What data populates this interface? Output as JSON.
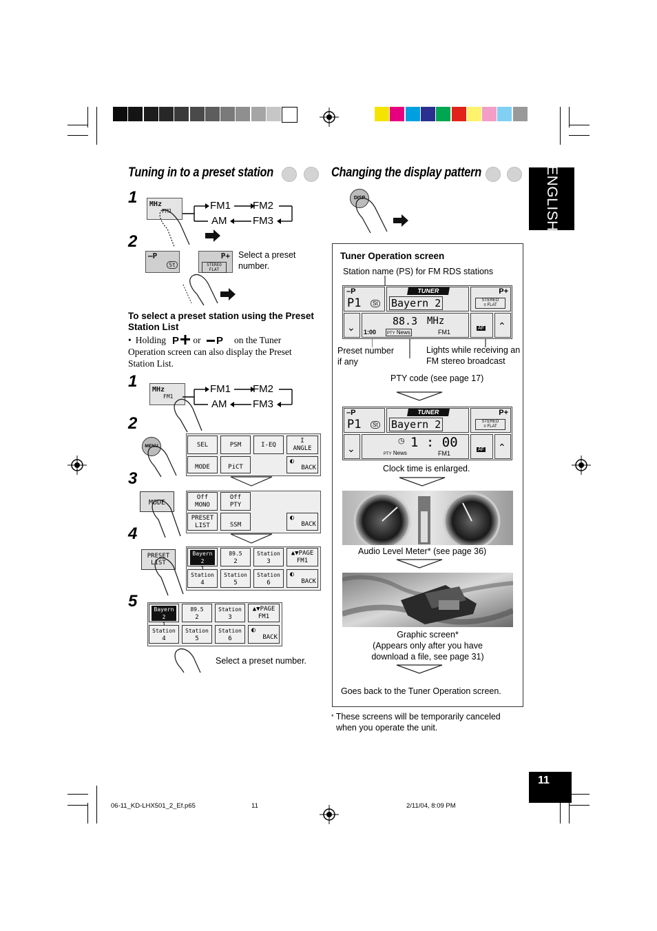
{
  "page_side_label": "ENGLISH",
  "page_number": "11",
  "color_bars": {
    "grays": [
      "#0c0c0c",
      "#141414",
      "#1c1c1c",
      "#272727",
      "#3a3a3a",
      "#4a4a4a",
      "#5d5d5d",
      "#7a7a7a",
      "#8f8f8f",
      "#a5a5a5",
      "#c6c6c6",
      "#ffffff"
    ],
    "colors": [
      "#f5e400",
      "#e6007e",
      "#00a0e0",
      "#2b2f8f",
      "#00a650",
      "#e2231a",
      "#fff36b",
      "#f29ec6",
      "#7fd0f2",
      "#999999"
    ]
  },
  "left": {
    "heading": "Tuning in to a preset station",
    "steps": [
      "1",
      "2",
      "1",
      "2",
      "3",
      "4",
      "5"
    ],
    "fm_cycle_1": {
      "fm1": "FM1",
      "fm2": "FM2",
      "am": "AM",
      "fm3": "FM3"
    },
    "fm_cycle_2": {
      "fm1": "FM1",
      "fm2": "FM2",
      "am": "AM",
      "fm3": "FM3"
    },
    "select_preset_note": "Select a preset number.",
    "subheading": "To select a preset station using the Preset Station List",
    "bullet_holding": "Holding",
    "bullet_or": "or",
    "bullet_rest": "on the Tuner Operation screen can also display the Preset Station List.",
    "select_preset_bottom": "Select a preset number.",
    "btn_mhz": "MHz",
    "btn_fm1": "FM1",
    "btn_p_minus": "–P",
    "btn_p_plus": "P+",
    "btn_st": "St",
    "btn_stereo_flat": "STEREO FLAT",
    "btn_menu": "MENU",
    "btn_mode_key": "MODE",
    "btn_preset_list_key": "PRESET LIST",
    "menu_grid": {
      "sel": "SEL",
      "psm": "PSM",
      "ieq": "I-EQ",
      "angle_top": "I",
      "angle": "ANGLE",
      "mode": "MODE",
      "pict": "PiCT",
      "back": "BACK"
    },
    "mode_grid": {
      "off_mono_1": "Off",
      "off_mono_2": "MONO",
      "off_pty_1": "Off",
      "off_pty_2": "PTY",
      "preset_1": "PRESET",
      "preset_2": "LIST",
      "ssm": "SSM",
      "back": "BACK"
    },
    "preset_grid": {
      "c1_top": "Bayern 2",
      "c1_num": "1",
      "c2_top": "89.5",
      "c2_num": "2",
      "c3_top": "Station",
      "c3_num": "3",
      "page": "PAGE",
      "fm1": "FM1",
      "c4_top": "Station",
      "c4_num": "4",
      "c5_top": "Station",
      "c5_num": "5",
      "c6_top": "Station",
      "c6_num": "6",
      "back": "BACK"
    }
  },
  "right": {
    "heading": "Changing the display pattern",
    "disp_label": "DISP",
    "box_title": "Tuner Operation screen",
    "station_name_label": "Station name (PS) for FM RDS stations",
    "lcd1": {
      "tuner": "TUNER",
      "p_minus": "–P",
      "p1": "P1",
      "st": "St",
      "station": "Bayern 2",
      "p_plus": "P+",
      "stereo": "STEREO",
      "flat": "≡ FLAT",
      "freq": "88.3",
      "mhz": "MHz",
      "time": "1:00",
      "pty": "PTY",
      "news": "News",
      "fm1": "FM1",
      "af": "AF"
    },
    "preset_number_label": "Preset number if any",
    "stereo_label": "Lights while receiving an FM stereo broadcast",
    "pty_code_label": "PTY code (see page 17)",
    "lcd2": {
      "tuner": "TUNER",
      "p_minus": "–P",
      "p1": "P1",
      "st": "St",
      "station": "Bayern 2",
      "p_plus": "P+",
      "stereo": "STEREO",
      "flat": "≡ FLAT",
      "clock": "1 : 00",
      "pty": "PTY",
      "news": "News",
      "fm1": "FM1",
      "af": "AF"
    },
    "clock_label": "Clock time is enlarged.",
    "audio_level_label": "Audio Level Meter* (see page 36)",
    "graphic_label_1": "Graphic screen*",
    "graphic_label_2": "(Appears only after you have",
    "graphic_label_3": "download a file, see page 31)",
    "back_label": "Goes back to the Tuner Operation screen.",
    "footnote_star": "*",
    "footnote_1": "These screens will be temporarily canceled",
    "footnote_2": "when you operate the unit."
  },
  "footer": {
    "file": "06-11_KD-LHX501_2_Ef.p65",
    "page": "11",
    "date": "2/11/04, 8:09 PM"
  }
}
